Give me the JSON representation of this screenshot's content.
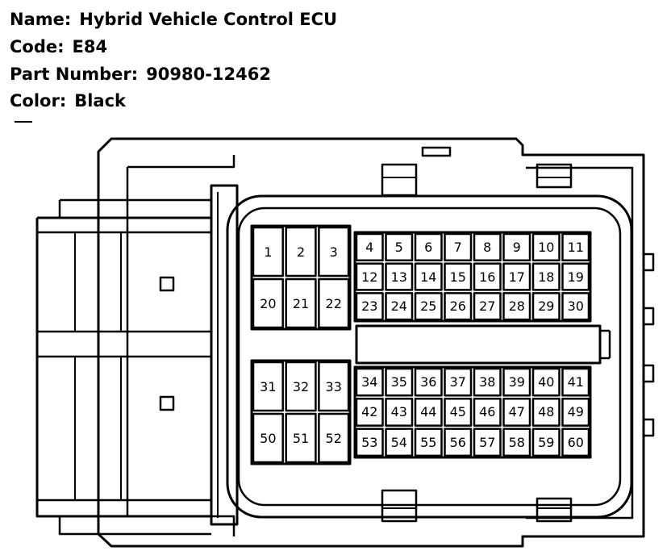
{
  "header": {
    "name_label": "Name:",
    "name_value": "Hybrid Vehicle Control ECU",
    "code_label": "Code:",
    "code_value": "E84",
    "part_label": "Part Number:",
    "part_value": "90980-12462",
    "color_label": "Color:",
    "color_value": "Black"
  },
  "pin_blocks": {
    "upper_left": [
      [
        "1",
        "2",
        "3"
      ],
      [
        "20",
        "21",
        "22"
      ]
    ],
    "upper_right": [
      [
        "4",
        "5",
        "6",
        "7",
        "8",
        "9",
        "10",
        "11"
      ],
      [
        "12",
        "13",
        "14",
        "15",
        "16",
        "17",
        "18",
        "19"
      ],
      [
        "23",
        "24",
        "25",
        "26",
        "27",
        "28",
        "29",
        "30"
      ]
    ],
    "lower_left": [
      [
        "31",
        "32",
        "33"
      ],
      [
        "50",
        "51",
        "52"
      ]
    ],
    "lower_right": [
      [
        "34",
        "35",
        "36",
        "37",
        "38",
        "39",
        "40",
        "41"
      ],
      [
        "42",
        "43",
        "44",
        "45",
        "46",
        "47",
        "48",
        "49"
      ],
      [
        "53",
        "54",
        "55",
        "56",
        "57",
        "58",
        "59",
        "60"
      ]
    ]
  }
}
